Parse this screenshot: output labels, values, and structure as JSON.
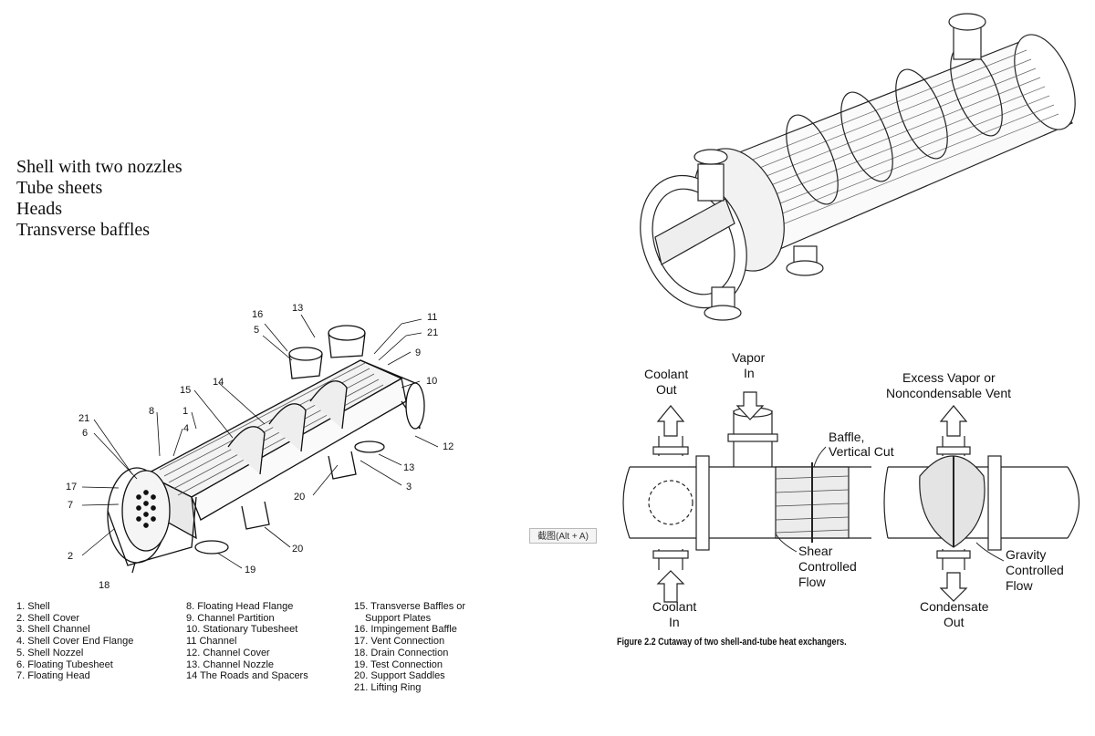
{
  "components_list": [
    "Shell with two nozzles",
    "Tube sheets",
    "Heads",
    "Transverse baffles"
  ],
  "left_diagram": {
    "callouts": [
      "16",
      "13",
      "5",
      "11",
      "21",
      "9",
      "10",
      "15",
      "14",
      "21",
      "6",
      "8",
      "1",
      "4",
      "12",
      "17",
      "7",
      "13",
      "3",
      "20",
      "20",
      "2",
      "19",
      "18"
    ]
  },
  "legend": {
    "col1": [
      "1.  Shell",
      "2.  Shell Cover",
      "3.  Shell Channel",
      "4.  Shell Cover End Flange",
      "5.  Shell Nozzel",
      "6.  Floating Tubesheet",
      "7.  Floating Head"
    ],
    "col2": [
      "8.  Floating Head Flange",
      "9.  Channel Partition",
      "10.  Stationary Tubesheet",
      "11  Channel",
      "12.  Channel Cover",
      "13.  Channel Nozzle",
      "14  The Roads and Spacers"
    ],
    "col3": [
      "15.  Transverse Baffles or",
      "Support Plates",
      "16.  Impingement Baffle",
      "17.  Vent Connection",
      "18.  Drain Connection",
      "19.  Test Connection",
      "20.  Support Saddles",
      "21.  Lifting Ring"
    ]
  },
  "right_diagram": {
    "coolant_out": [
      "Coolant",
      "Out"
    ],
    "vapor_in": [
      "Vapor",
      "In"
    ],
    "excess_vapor": [
      "Excess Vapor or",
      "Noncondensable Vent"
    ],
    "baffle": [
      "Baffle,",
      "Vertical Cut"
    ],
    "shear": [
      "Shear",
      "Controlled",
      "Flow"
    ],
    "gravity": [
      "Gravity",
      "Controlled",
      "Flow"
    ],
    "coolant_in": [
      "Coolant",
      "In"
    ],
    "condensate_out": [
      "Condensate",
      "Out"
    ]
  },
  "caption": "Figure 2.2  Cutaway of two shell-and-tube heat exchangers.",
  "tooltip": "截图(Alt + A)"
}
